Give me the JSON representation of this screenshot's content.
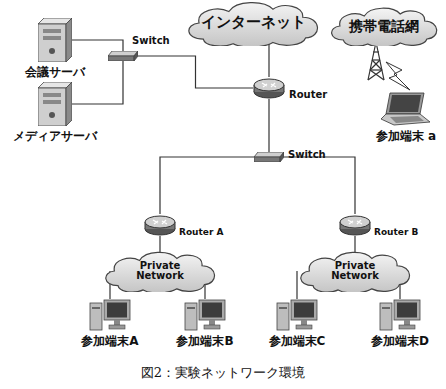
{
  "diagram": {
    "caption": "図2：実験ネットワーク環境",
    "nodes": [
      {
        "text": [
          "インターネット"
        ]
      },
      {
        "text": [
          "携帯電話網"
        ]
      },
      {
        "text": [
          "参加端末 a"
        ]
      },
      {
        "text": [
          "会議サーバ"
        ]
      },
      {
        "text": [
          "メディアサーバ"
        ]
      },
      {
        "text": [
          "Switch"
        ]
      },
      {
        "text": [
          "Router"
        ]
      },
      {
        "text": [
          "Switch"
        ]
      },
      {
        "text": [
          "Router A"
        ]
      },
      {
        "text": [
          "Router B"
        ]
      },
      {
        "text": [
          "Private Network"
        ]
      },
      {
        "text": [
          "Private Network"
        ]
      },
      {
        "text": [
          "参加端末A"
        ]
      },
      {
        "text": [
          "参加端末B"
        ]
      },
      {
        "text": [
          "参加端末C"
        ]
      },
      {
        "text": [
          "参加端末D"
        ]
      }
    ],
    "edges": [
      {
        "from": 6,
        "to": 0,
        "arrow": "none"
      },
      {
        "from": 5,
        "to": 6,
        "arrow": "none"
      },
      {
        "from": 3,
        "to": 5,
        "arrow": "none"
      },
      {
        "from": 4,
        "to": 5,
        "arrow": "none"
      },
      {
        "from": 6,
        "to": 7,
        "arrow": "none"
      },
      {
        "from": 7,
        "to": 8,
        "arrow": "none"
      },
      {
        "from": 7,
        "to": 9,
        "arrow": "none"
      },
      {
        "from": 8,
        "to": 10,
        "arrow": "none"
      },
      {
        "from": 9,
        "to": 11,
        "arrow": "none"
      },
      {
        "from": 10,
        "to": 12,
        "arrow": "none"
      },
      {
        "from": 10,
        "to": 13,
        "arrow": "none"
      },
      {
        "from": 11,
        "to": 14,
        "arrow": "none"
      },
      {
        "from": 11,
        "to": 15,
        "arrow": "none"
      }
    ]
  }
}
